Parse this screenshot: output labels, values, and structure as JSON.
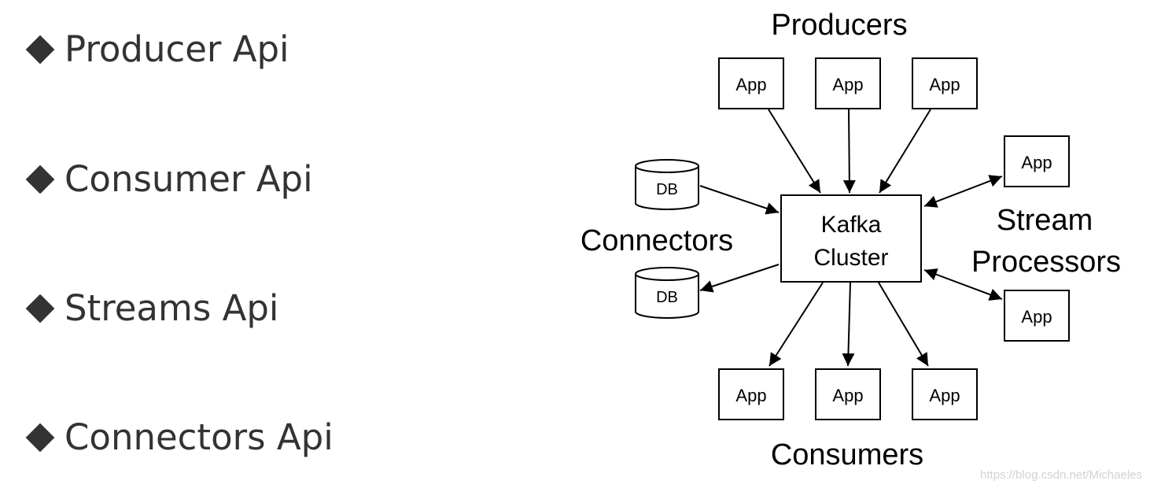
{
  "api_list": {
    "items": [
      {
        "label": "Producer Api"
      },
      {
        "label": "Consumer Api"
      },
      {
        "label": "Streams Api"
      },
      {
        "label": "Connectors Api"
      }
    ]
  },
  "diagram": {
    "producers_label": "Producers",
    "consumers_label": "Consumers",
    "connectors_label": "Connectors",
    "stream_processors_label_line1": "Stream",
    "stream_processors_label_line2": "Processors",
    "cluster_line1": "Kafka",
    "cluster_line2": "Cluster",
    "app_label": "App",
    "db_label": "DB",
    "colors": {
      "line": "#000000",
      "text": "#000000",
      "background": "#ffffff"
    }
  },
  "watermark": "https://blog.csdn.net/Michaeles"
}
